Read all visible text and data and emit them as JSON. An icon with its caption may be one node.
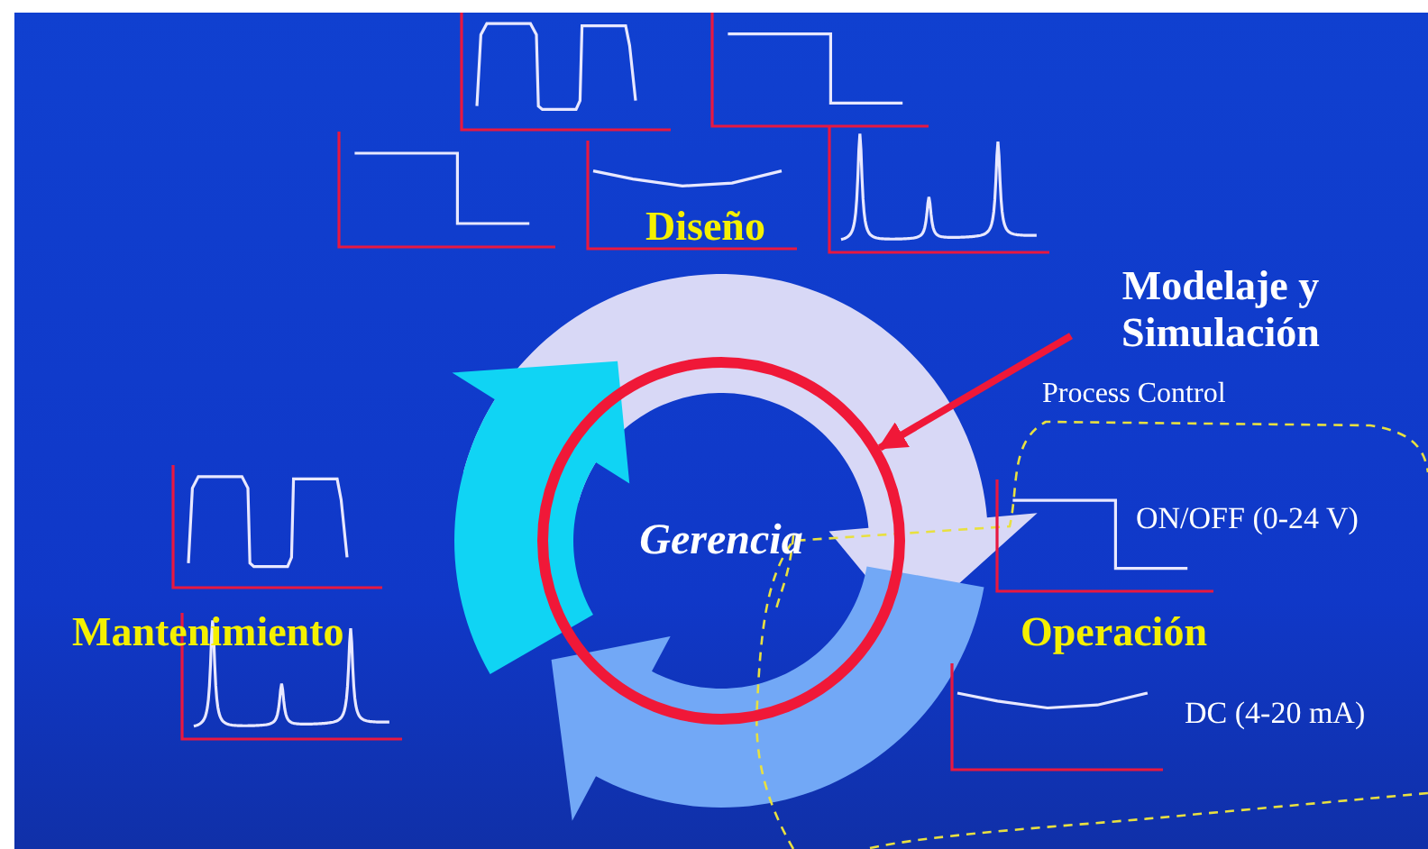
{
  "diagram": {
    "nodes": [
      {
        "text": [
          "Modelaje y Simulación"
        ]
      },
      {
        "text": [
          "Gerencia"
        ]
      }
    ],
    "edges": [
      {
        "from": 0,
        "to": 1,
        "arrow": "to"
      }
    ],
    "labels": [
      "Diseño",
      "Process Control",
      "ON/OFF (0-24 V)",
      "Mantenimiento",
      "Operación",
      "DC (4-20 mA)"
    ]
  }
}
